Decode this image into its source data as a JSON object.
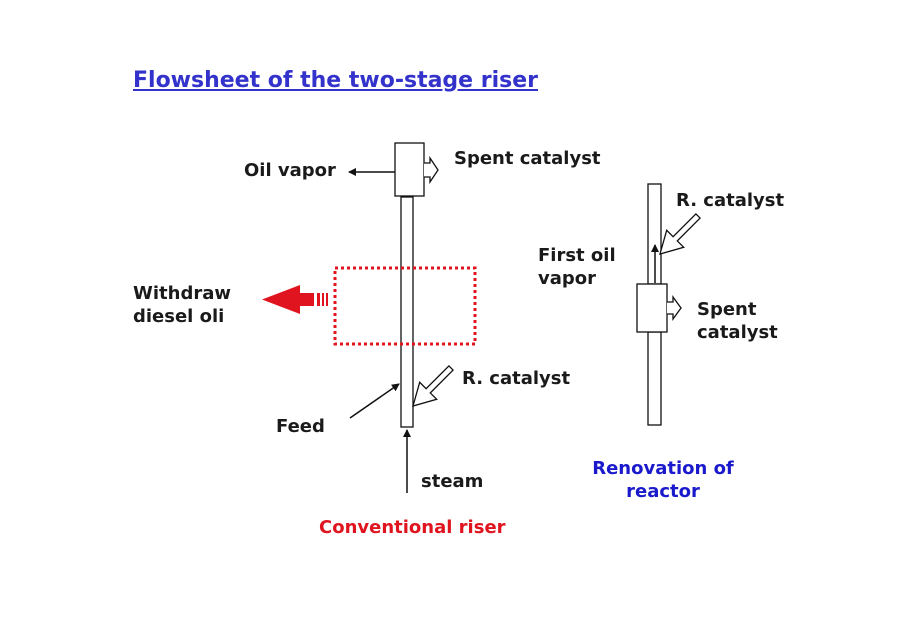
{
  "title": "Flowsheet of the two-stage riser",
  "conventional": {
    "caption": "Conventional riser",
    "oil_vapor": "Oil vapor",
    "spent_catalyst": "Spent catalyst",
    "withdraw_line1": "Withdraw",
    "withdraw_line2": "diesel oli",
    "r_catalyst": "R. catalyst",
    "feed": "Feed",
    "steam": "steam"
  },
  "renovation": {
    "caption_line1": "Renovation of",
    "caption_line2": "reactor",
    "r_catalyst": "R. catalyst",
    "first_oil_line1": "First oil",
    "first_oil_line2": "vapor",
    "spent_line1": "Spent",
    "spent_line2": "catalyst"
  },
  "colors": {
    "title": "#3333cc",
    "conventional_caption": "#e0141e",
    "renovation_caption": "#1a1acc",
    "withdraw_arrow": "#e0141e"
  }
}
